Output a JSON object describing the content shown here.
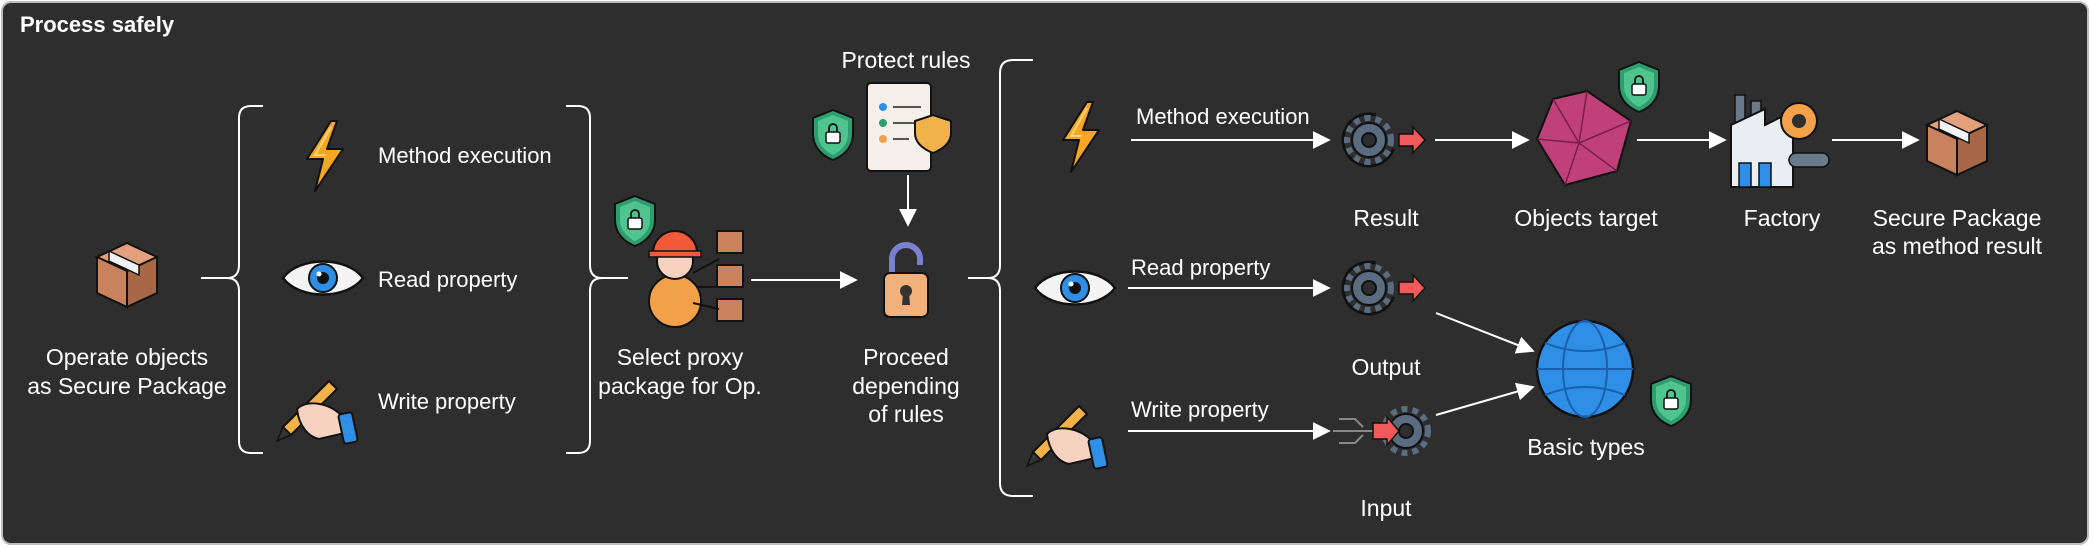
{
  "title": "Process safely",
  "left": {
    "package_label": [
      "Operate objects",
      "as Secure Package"
    ],
    "operations": [
      "Method execution",
      "Read property",
      "Write property"
    ]
  },
  "middle": {
    "proxy_label": [
      "Select proxy",
      "package for Op."
    ],
    "rules_label": "Protect rules",
    "proceed_label": [
      "Proceed",
      "depending",
      "of rules"
    ]
  },
  "right": {
    "method_row_label": "Method execution",
    "read_row_label": "Read property",
    "write_row_label": "Write property",
    "result_label": "Result",
    "objects_target_label": "Objects target",
    "factory_label": "Factory",
    "secure_package_result_label": [
      "Secure Package",
      "as method result"
    ],
    "output_label": "Output",
    "input_label": "Input",
    "basic_types_label": "Basic types"
  },
  "colors": {
    "background": "#2e2e2e",
    "shield": "#2e9e6e",
    "box": "#c8825e",
    "lightning": "#f5a623",
    "eye": "#2f8fe6",
    "gem": "#c0407a",
    "globe": "#2f8fe6",
    "lock": "#f2b07a",
    "gear_arrow": "#f25a5a"
  }
}
